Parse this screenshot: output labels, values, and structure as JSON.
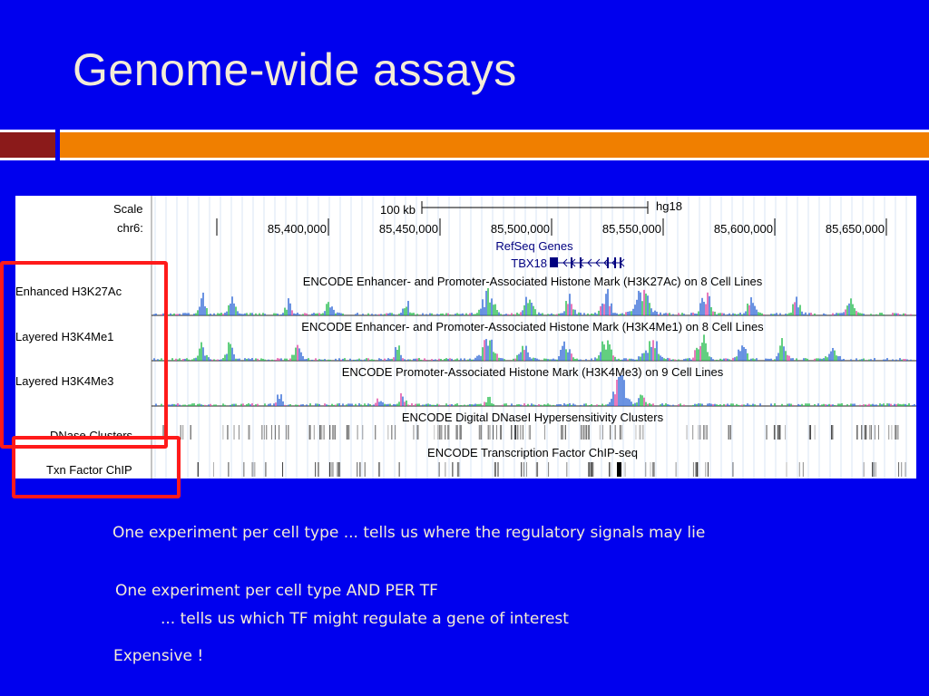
{
  "slide": {
    "title": "Genome-wide assays",
    "captions": {
      "line1": "One experiment per cell type ... tells us where the regulatory signals may lie",
      "line2": "One experiment per cell type AND PER TF",
      "line3": "... tells us which TF might regulate a gene of interest",
      "line4": "Expensive !"
    }
  },
  "browser": {
    "labels": {
      "scale": "Scale",
      "chrom": "chr6:",
      "enhanced": "Enhanced H3K27Ac",
      "layered_me1": "Layered H3K4Me1",
      "layered_me3": "Layered H3K4Me3",
      "dnase": "DNase Clusters",
      "txn": "Txn Factor ChIP"
    },
    "ruler": {
      "scale_text": "100 kb",
      "assembly": "hg18",
      "positions": [
        "85,400,000",
        "85,450,000",
        "85,500,000",
        "85,550,000",
        "85,600,000",
        "85,650,000"
      ]
    },
    "genes": {
      "track_title": "RefSeq Genes",
      "gene_name": "TBX18"
    },
    "tracks": {
      "h3k27ac": "ENCODE Enhancer- and Promoter-Associated Histone Mark (H3K27Ac) on 8 Cell Lines",
      "h3k4me1": "ENCODE Enhancer- and Promoter-Associated Histone Mark (H3K4Me1) on 8 Cell Lines",
      "h3k4me3": "ENCODE Promoter-Associated Histone Mark (H3K4Me3) on 9 Cell Lines",
      "dnase": "ENCODE Digital DNaseI Hypersensitivity Clusters",
      "tfbs": "ENCODE Transcription Factor ChIP-seq"
    },
    "colors": {
      "highlight": "#ff1a1a",
      "gene": "#000080",
      "signal_blue": "#3a6fd8",
      "signal_green": "#2fbf55",
      "signal_pink": "#e04da6"
    }
  }
}
